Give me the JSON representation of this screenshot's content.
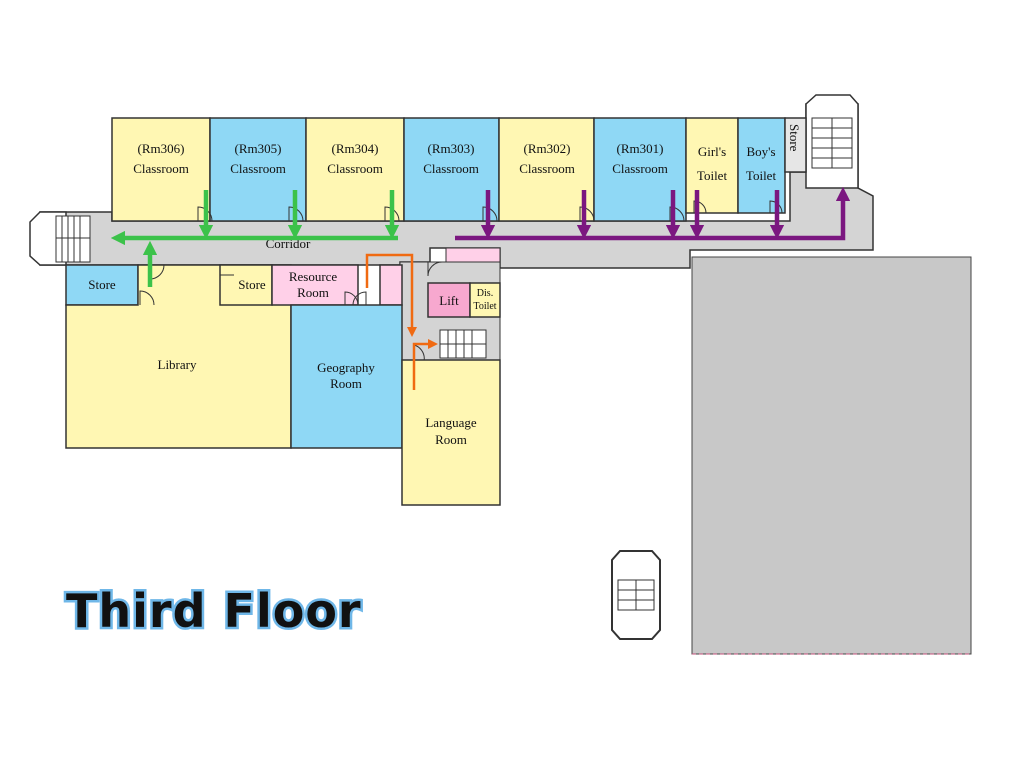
{
  "title": "Third Floor",
  "colors": {
    "yellow_room": "#fff7b3",
    "blue_room": "#8fd8f5",
    "pink_room": "#ffd0e8",
    "lift": "#f7a8cf",
    "corridor": "#d4d4d4",
    "annex": "#c8c8c8",
    "route_green": "#3cc24a",
    "route_purple": "#7b1780",
    "route_orange": "#f06a12"
  },
  "rooms": {
    "rm306": {
      "line1": "(Rm306)",
      "line2": "Classroom"
    },
    "rm305": {
      "line1": "(Rm305)",
      "line2": "Classroom"
    },
    "rm304": {
      "line1": "(Rm304)",
      "line2": "Classroom"
    },
    "rm303": {
      "line1": "(Rm303)",
      "line2": "Classroom"
    },
    "rm302": {
      "line1": "(Rm302)",
      "line2": "Classroom"
    },
    "rm301": {
      "line1": "(Rm301)",
      "line2": "Classroom"
    },
    "girls_toilet": {
      "line1": "Girl's",
      "line2": "Toilet"
    },
    "boys_toilet": {
      "line1": "Boy's",
      "line2": "Toilet"
    },
    "store_vertical": "Store",
    "corridor": "Corridor",
    "store_left": "Store",
    "store_mid": "Store",
    "resource_room": {
      "line1": "Resource",
      "line2": "Room"
    },
    "library": "Library",
    "geography_room": {
      "line1": "Geography",
      "line2": "Room"
    },
    "lift": "Lift",
    "dis_toilet": {
      "line1": "Dis.",
      "line2": "Toilet"
    },
    "language_room": {
      "line1": "Language",
      "line2": "Room"
    }
  }
}
